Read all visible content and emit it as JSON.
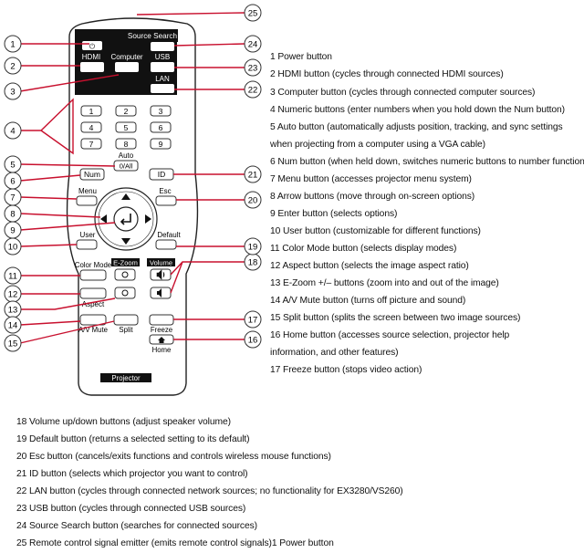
{
  "remote": {
    "source_search": "Source Search",
    "hdmi": "HDMI",
    "computer": "Computer",
    "usb": "USB",
    "lan": "LAN",
    "power_symbol": "⏻",
    "numbers": [
      "1",
      "2",
      "3",
      "4",
      "5",
      "6",
      "7",
      "8",
      "9"
    ],
    "auto": "Auto",
    "zero_all": "0/All",
    "num": "Num",
    "id": "ID",
    "menu": "Menu",
    "esc": "Esc",
    "user": "User",
    "default": "Default",
    "color_mode": "Color Mode",
    "e_zoom": "E-Zoom",
    "volume": "Volume",
    "aspect": "Aspect",
    "av_mute": "A/V Mute",
    "split": "Split",
    "freeze": "Freeze",
    "home": "Home",
    "projector": "Projector"
  },
  "callouts": [
    "1",
    "2",
    "3",
    "4",
    "5",
    "6",
    "7",
    "8",
    "9",
    "10",
    "11",
    "12",
    "13",
    "14",
    "15",
    "16",
    "17",
    "18",
    "19",
    "20",
    "21",
    "22",
    "23",
    "24",
    "25"
  ],
  "key_right": [
    "1 Power button",
    "2 HDMI button (cycles through connected HDMI sources)",
    "3 Computer button (cycles through connected computer sources)",
    "4 Numeric buttons (enter numbers when you hold down the Num button)",
    "5 Auto button (automatically adjusts position, tracking, and sync settings",
    "when projecting from a computer using a VGA cable)",
    "6 Num button (when held down, switches numeric buttons to number function)",
    "7 Menu button (accesses projector menu system)",
    "8 Arrow buttons (move through on-screen options)",
    "9 Enter button (selects options)",
    "10 User button (customizable for different functions)",
    "11 Color Mode button (selects display modes)",
    "12 Aspect button (selects the image aspect ratio)",
    "13 E-Zoom +/– buttons (zoom into and out of the image)",
    "14 A/V Mute button (turns off picture and sound)",
    "15 Split button (splits the screen between two image sources)",
    "16 Home button (accesses source selection, projector help",
    "information, and other features)",
    "17 Freeze button (stops video action)"
  ],
  "key_bottom": [
    "18 Volume up/down buttons (adjust speaker volume)",
    "19 Default button (returns a selected setting to its default)",
    "20 Esc button (cancels/exits functions and controls wireless mouse functions)",
    "21 ID button (selects which projector you want to control)",
    "22 LAN button (cycles through connected network sources; no functionality for EX3280/VS260)",
    "23 USB button (cycles through connected USB sources)",
    "24 Source Search button (searches for connected sources)",
    "25 Remote control signal emitter (emits remote control signals)1 Power button"
  ]
}
